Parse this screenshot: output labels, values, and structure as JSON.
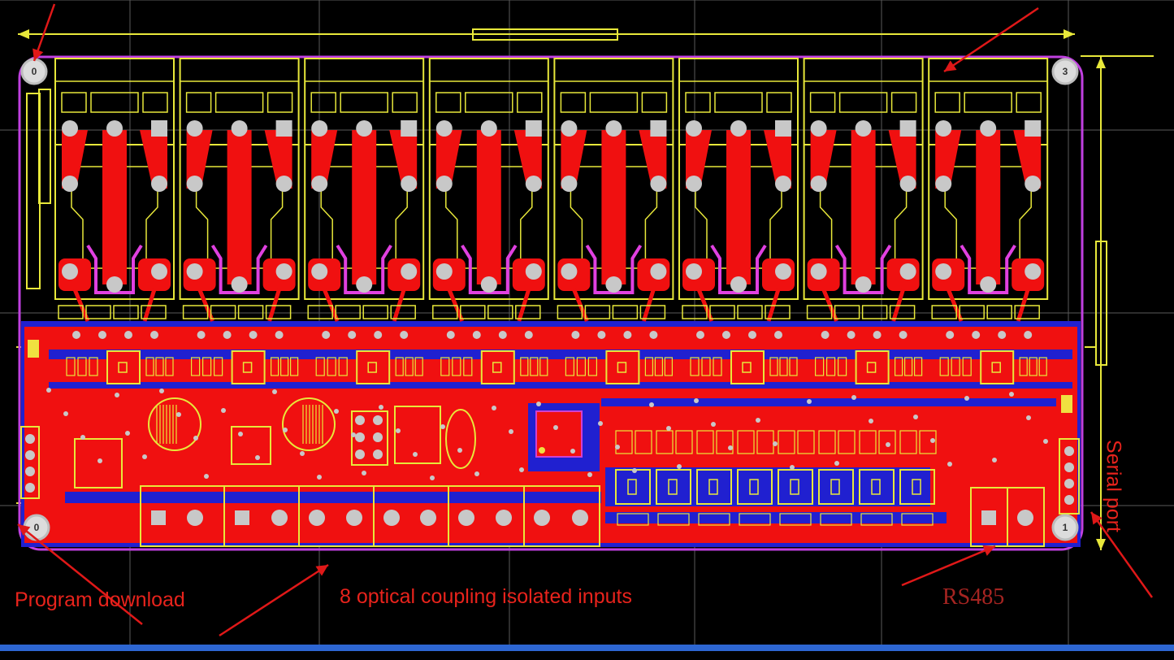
{
  "annotations": {
    "program_download": "Program download",
    "optical_inputs": "8 optical coupling isolated inputs",
    "rs485": "RS485",
    "serial_port": "Serial port"
  },
  "mounting_holes": [
    "0",
    "3",
    "0",
    "1"
  ],
  "relay_count": 8,
  "input_terminal_count": 8,
  "colors": {
    "background": "#000000",
    "grid": "#5a5a5a",
    "top_copper": "#f01010",
    "bottom_copper": "#2020d0",
    "silkscreen": "#e8e83a",
    "board_outline": "#c040e0",
    "keepout": "#e040e0",
    "pad": "#c8c8c8",
    "annotation_text": "#e8231c",
    "rs485_text": "#a52421",
    "arrow": "#e01818",
    "bottom_bar": "#2d66d2"
  }
}
